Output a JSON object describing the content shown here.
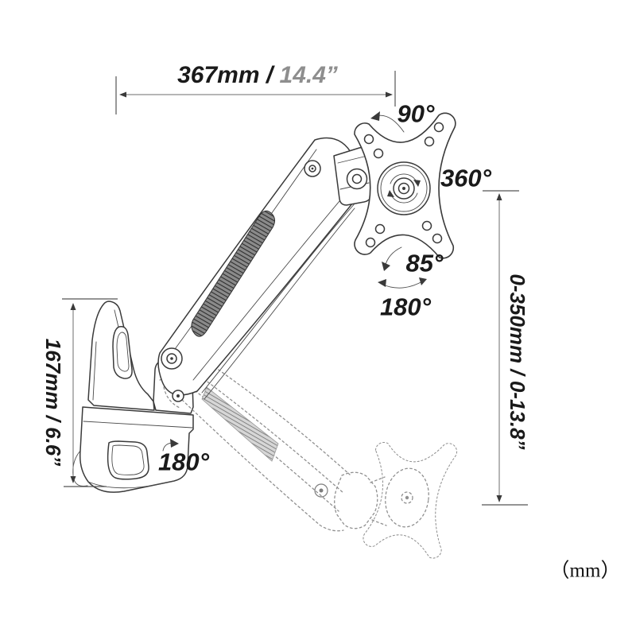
{
  "diagram": {
    "background": "#ffffff",
    "labels": {
      "width_dimension_metric": "367mm / ",
      "width_dimension_imperial": "14.4”",
      "height_range_dimension": "0-350mm / 0-13.8”",
      "bracket_height_dimension": "167mm / 6.6”",
      "angle_vesa_swivel_top": "90°",
      "angle_vesa_rotation": "360°",
      "angle_vesa_tilt": "85°",
      "angle_vesa_swivel_range": "180°",
      "angle_arm_pivot": "180°",
      "unit_note": "（mm）"
    },
    "colors": {
      "line": "#3a3a3a",
      "ghost_line": "#909090",
      "dimension_line": "#6e6e6e",
      "text": "#1a1a1a",
      "imperial_text": "#8e8e8e",
      "vent_fill": "#4a4a4a"
    }
  }
}
